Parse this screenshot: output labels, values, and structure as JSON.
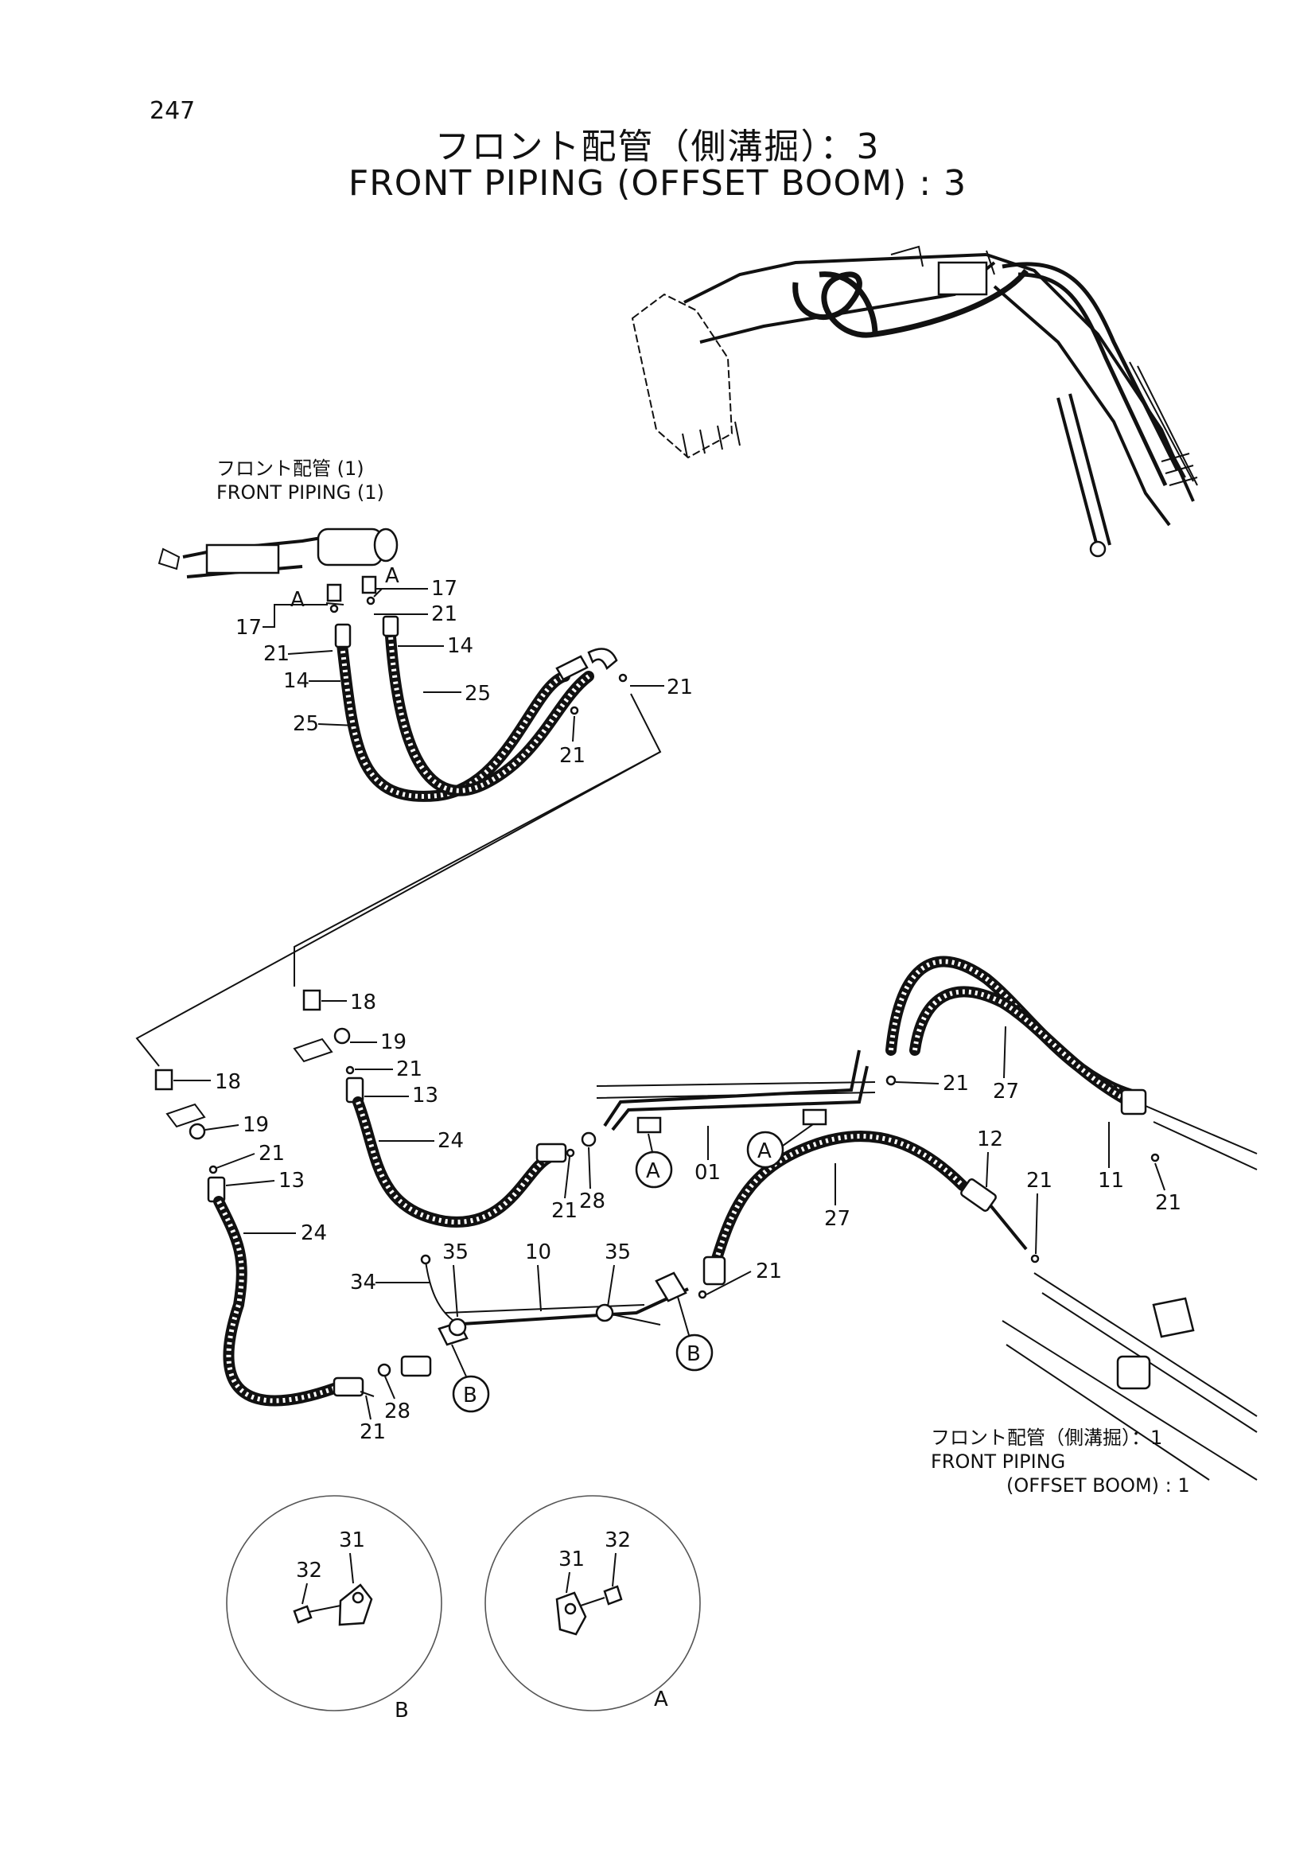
{
  "page_number": "247",
  "title_jp": "フロント配管（側溝掘）：3",
  "title_en": "FRONT PIPING (OFFSET BOOM) : 3",
  "references": {
    "front_piping_1_jp": "フロント配管 (1)",
    "front_piping_1_en": "FRONT PIPING (1)",
    "offset_boom_1_jp": "フロント配管（側溝掘）：1",
    "offset_boom_1_en_line1": "FRONT PIPING",
    "offset_boom_1_en_line2": "(OFFSET BOOM) : 1"
  },
  "callouts": {
    "c17a": "17",
    "c21a": "21",
    "c14a": "14",
    "c25a": "25",
    "c17b": "17",
    "c21b": "21",
    "c14b": "14",
    "c25b": "25",
    "c21c": "21",
    "c21d": "21",
    "c18a": "18",
    "c19a": "19",
    "c21e": "21",
    "c13a": "13",
    "c24a": "24",
    "c18b": "18",
    "c19b": "19",
    "c21f": "21",
    "c13b": "13",
    "c24b": "24",
    "c21g": "21",
    "c28a": "28",
    "c01": "01",
    "c21h": "21",
    "c27a": "27",
    "c11": "11",
    "c21i": "21",
    "c12": "12",
    "c21j": "21",
    "c27b": "27",
    "c21k": "21",
    "c34": "34",
    "c35a": "35",
    "c10": "10",
    "c35b": "35",
    "c28b": "28",
    "c21l": "21",
    "c31b": "31",
    "c32b": "32",
    "c31a": "31",
    "c32a": "32"
  },
  "letters": {
    "A1": "A",
    "A2": "A",
    "A3": "A",
    "A4": "A",
    "B1": "B",
    "B2": "B",
    "detail_B": "B",
    "detail_A": "A"
  }
}
